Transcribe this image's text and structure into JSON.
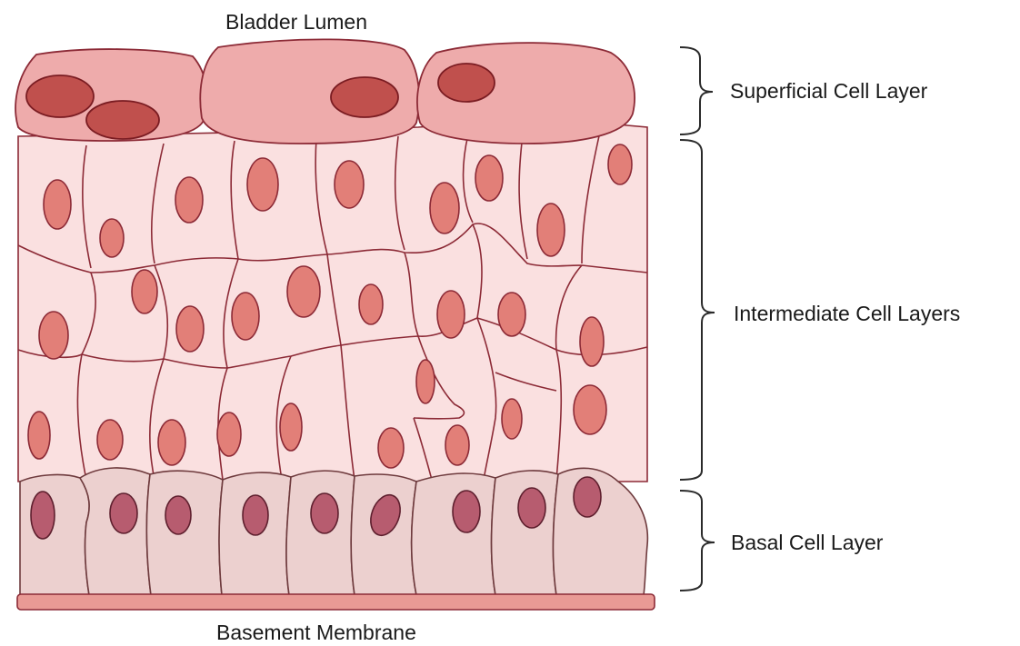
{
  "title": "Bladder Lumen",
  "bottom_label": "Basement Membrane",
  "layers": [
    {
      "label": "Superficial Cell Layer"
    },
    {
      "label": "Intermediate Cell Layers"
    },
    {
      "label": "Basal Cell Layer"
    }
  ],
  "colors": {
    "superficial_cell": "#eeabab",
    "superficial_nucleus": "#c0504d",
    "intermediate_cell": "#fae0e0",
    "intermediate_nucleus": "#e27f78",
    "basal_cell": "#ecd0cf",
    "basal_nucleus": "#b75c6f",
    "basement_membrane": "#e99a95",
    "outline": "#8c2a36"
  }
}
